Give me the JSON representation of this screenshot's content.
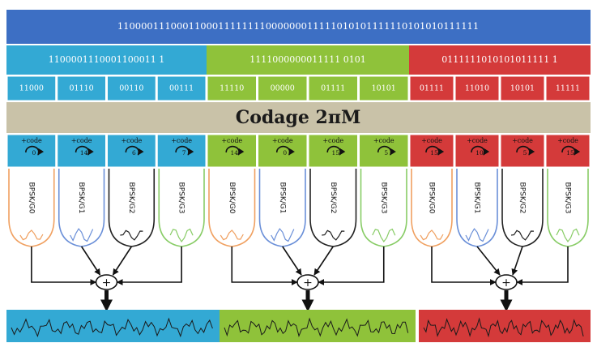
{
  "title": "Codage 2πM",
  "full_bits": "1100001110001100011111111000000011111010101111110101010111111",
  "colors": {
    "top_bar": "#3d6fc4",
    "blue": "#33a9d4",
    "green": "#8fc23a",
    "red": "#d43a3a",
    "band": "#c9c2a8",
    "lobe_orange": "#f0a060",
    "lobe_blue": "#6a8fd8",
    "lobe_black": "#222222",
    "lobe_green": "#88cc66"
  },
  "groups": [
    {
      "color_key": "blue",
      "bits": "1100001110001100011 1",
      "blocks": [
        "11000",
        "01110",
        "00110",
        "00111"
      ],
      "codes": [
        {
          "label": "+code",
          "value": "0"
        },
        {
          "label": "+code",
          "value": "14"
        },
        {
          "label": "+code",
          "value": "6"
        },
        {
          "label": "+code",
          "value": "7"
        }
      ]
    },
    {
      "color_key": "green",
      "bits": "1111000000011111 0101",
      "blocks": [
        "11110",
        "00000",
        "01111",
        "10101"
      ],
      "codes": [
        {
          "label": "+code",
          "value": "14"
        },
        {
          "label": "+code",
          "value": "0"
        },
        {
          "label": "+code",
          "value": "15"
        },
        {
          "label": "+code",
          "value": "5"
        }
      ]
    },
    {
      "color_key": "red",
      "bits": "0111111010101011111 1",
      "blocks": [
        "01111",
        "11010",
        "10101",
        "11111"
      ],
      "codes": [
        {
          "label": "+code",
          "value": "15"
        },
        {
          "label": "+code",
          "value": "10"
        },
        {
          "label": "+code",
          "value": "5"
        },
        {
          "label": "+code",
          "value": "15"
        }
      ]
    }
  ],
  "modulators": [
    "BPSK/G0",
    "BPSK/G1",
    "BPSK/G2",
    "BPSK/G3"
  ],
  "sum_symbol": "+"
}
